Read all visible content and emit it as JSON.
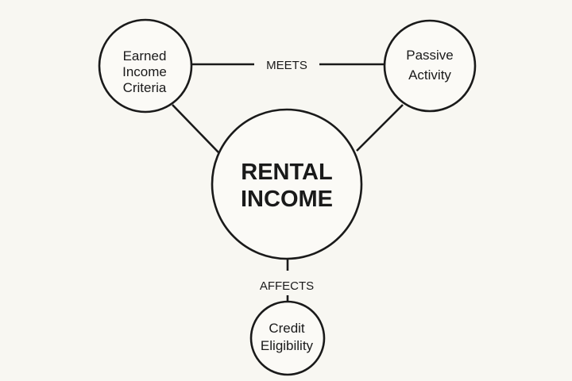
{
  "diagram": {
    "center": {
      "line1": "RENTAL",
      "line2": "INCOME"
    },
    "earned": {
      "line1": "Earned",
      "line2": "Income",
      "line3": "Criteria"
    },
    "passive": {
      "line1": "Passive",
      "line2": "Activity"
    },
    "credit": {
      "line1": "Credit",
      "line2": "Eligibility"
    },
    "edges": {
      "meets": "MEETS",
      "affects": "AFFECTS"
    }
  }
}
